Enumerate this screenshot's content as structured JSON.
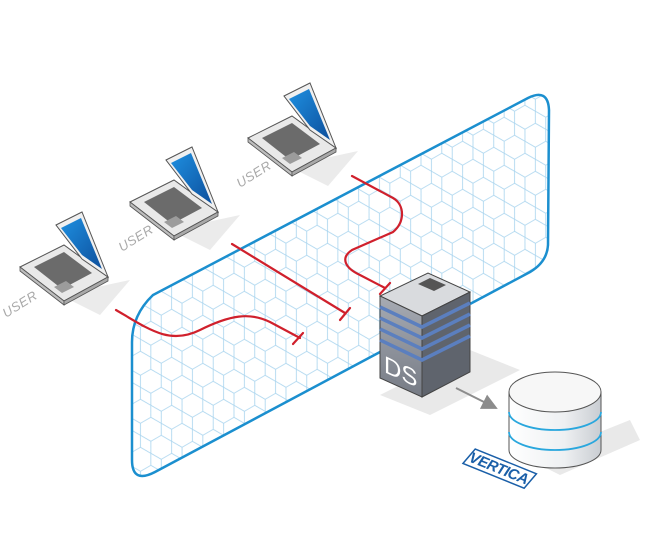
{
  "users": [
    {
      "label": "USER"
    },
    {
      "label": "USER"
    },
    {
      "label": "USER"
    }
  ],
  "server": {
    "label": "DS"
  },
  "database": {
    "label": "VERTICA"
  },
  "colors": {
    "firewall_border": "#1b8fcf",
    "firewall_mesh": "#a8d4ee",
    "connection": "#d0202c",
    "screen": "#1578c8",
    "server_body": "#8a8f99",
    "server_stripe": "#5b7fbf",
    "db_stripe": "#2aa7dd",
    "arrow": "#8c8c8c",
    "logo": "#1a5fa8"
  }
}
